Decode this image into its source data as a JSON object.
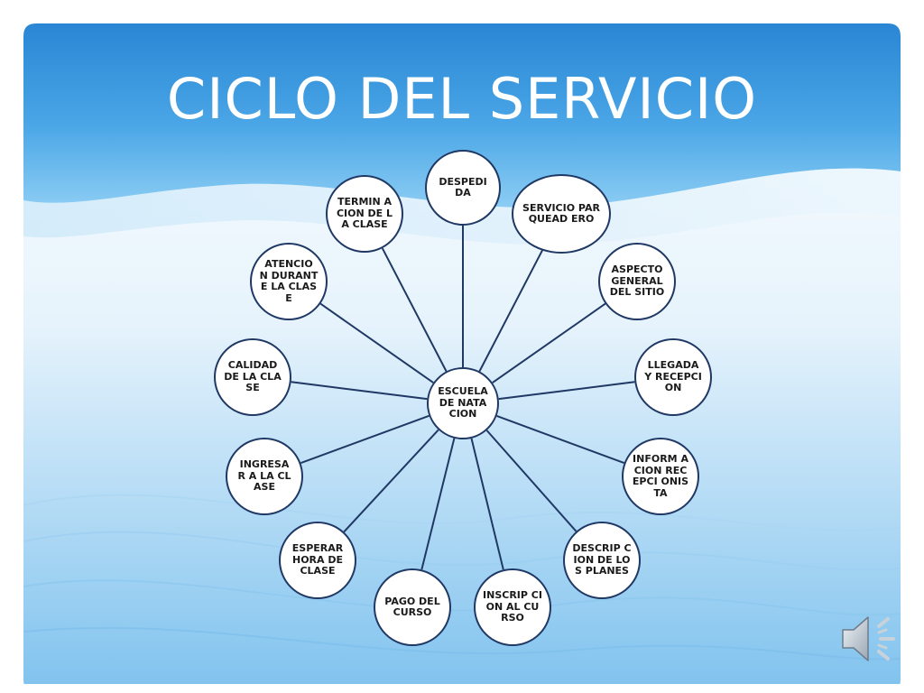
{
  "slide": {
    "title": "CICLO DEL SERVICIO"
  },
  "diagram": {
    "center": {
      "label": "ESCUELA DE NATACION"
    },
    "nodes": [
      {
        "id": "despedida",
        "label": "DESPEDI DA"
      },
      {
        "id": "servicio-parqueadero",
        "label": "SERVICIO PARQUEAD ERO"
      },
      {
        "id": "aspecto-general",
        "label": "ASPECTO GENERAL DEL SITIO"
      },
      {
        "id": "llegada-recepcion",
        "label": "LLEGADA Y RECEPCI ON"
      },
      {
        "id": "informacion-recepcionista",
        "label": "INFORM ACION RECEPCI ONISTA"
      },
      {
        "id": "descripcion-planes",
        "label": "DESCRIP CION DE LOS PLANES"
      },
      {
        "id": "inscripcion-curso",
        "label": "INSCRIP CION AL CURSO"
      },
      {
        "id": "pago-curso",
        "label": "PAGO DEL CURSO"
      },
      {
        "id": "esperar-hora",
        "label": "ESPERAR HORA DE CLASE"
      },
      {
        "id": "ingresar-clase",
        "label": "INGRESA R A LA CLASE"
      },
      {
        "id": "calidad-clase",
        "label": "CALIDAD DE LA CLASE"
      },
      {
        "id": "atencion-clase",
        "label": "ATENCIO N DURANT E LA CLASE"
      },
      {
        "id": "terminacion-clase",
        "label": "TERMIN ACION DE LA CLASE"
      }
    ]
  },
  "colors": {
    "node_border": "#1f3864",
    "connector": "#1f3864",
    "banner_top": "#2f8fd8",
    "banner_bottom": "#6fbcef"
  },
  "icons": {
    "audio": "speaker-icon"
  }
}
